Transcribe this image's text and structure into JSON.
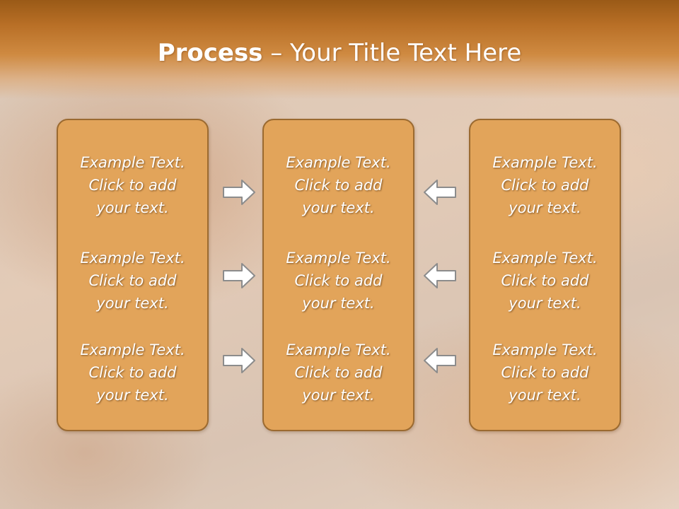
{
  "slide": {
    "title_bold": "Process",
    "title_rest": " – Your Title Text Here"
  },
  "columns": [
    {
      "items": [
        {
          "line1": "Example Text.",
          "line2": "Click  to add",
          "line3": "your text."
        },
        {
          "line1": "Example Text.",
          "line2": "Click  to add",
          "line3": "your text."
        },
        {
          "line1": "Example Text.",
          "line2": "Click  to add",
          "line3": "your text."
        }
      ]
    },
    {
      "items": [
        {
          "line1": "Example Text.",
          "line2": "Click  to add",
          "line3": "your text."
        },
        {
          "line1": "Example Text.",
          "line2": "Click  to add",
          "line3": "your text."
        },
        {
          "line1": "Example Text.",
          "line2": "Click  to add",
          "line3": "your text."
        }
      ]
    },
    {
      "items": [
        {
          "line1": "Example Text.",
          "line2": "Click  to add",
          "line3": "your text."
        },
        {
          "line1": "Example Text.",
          "line2": "Click  to add",
          "line3": "your text."
        },
        {
          "line1": "Example Text.",
          "line2": "Click  to add",
          "line3": "your text."
        }
      ]
    }
  ],
  "icons": {
    "left_arrows": "arrow-right-icon",
    "right_arrows": "arrow-left-icon"
  },
  "colors": {
    "header": "#b86f26",
    "box_fill": "#e2a45a",
    "box_border": "#9b6a30",
    "arrow_fill": "#ffffff",
    "arrow_stroke": "#8c8c8c"
  }
}
